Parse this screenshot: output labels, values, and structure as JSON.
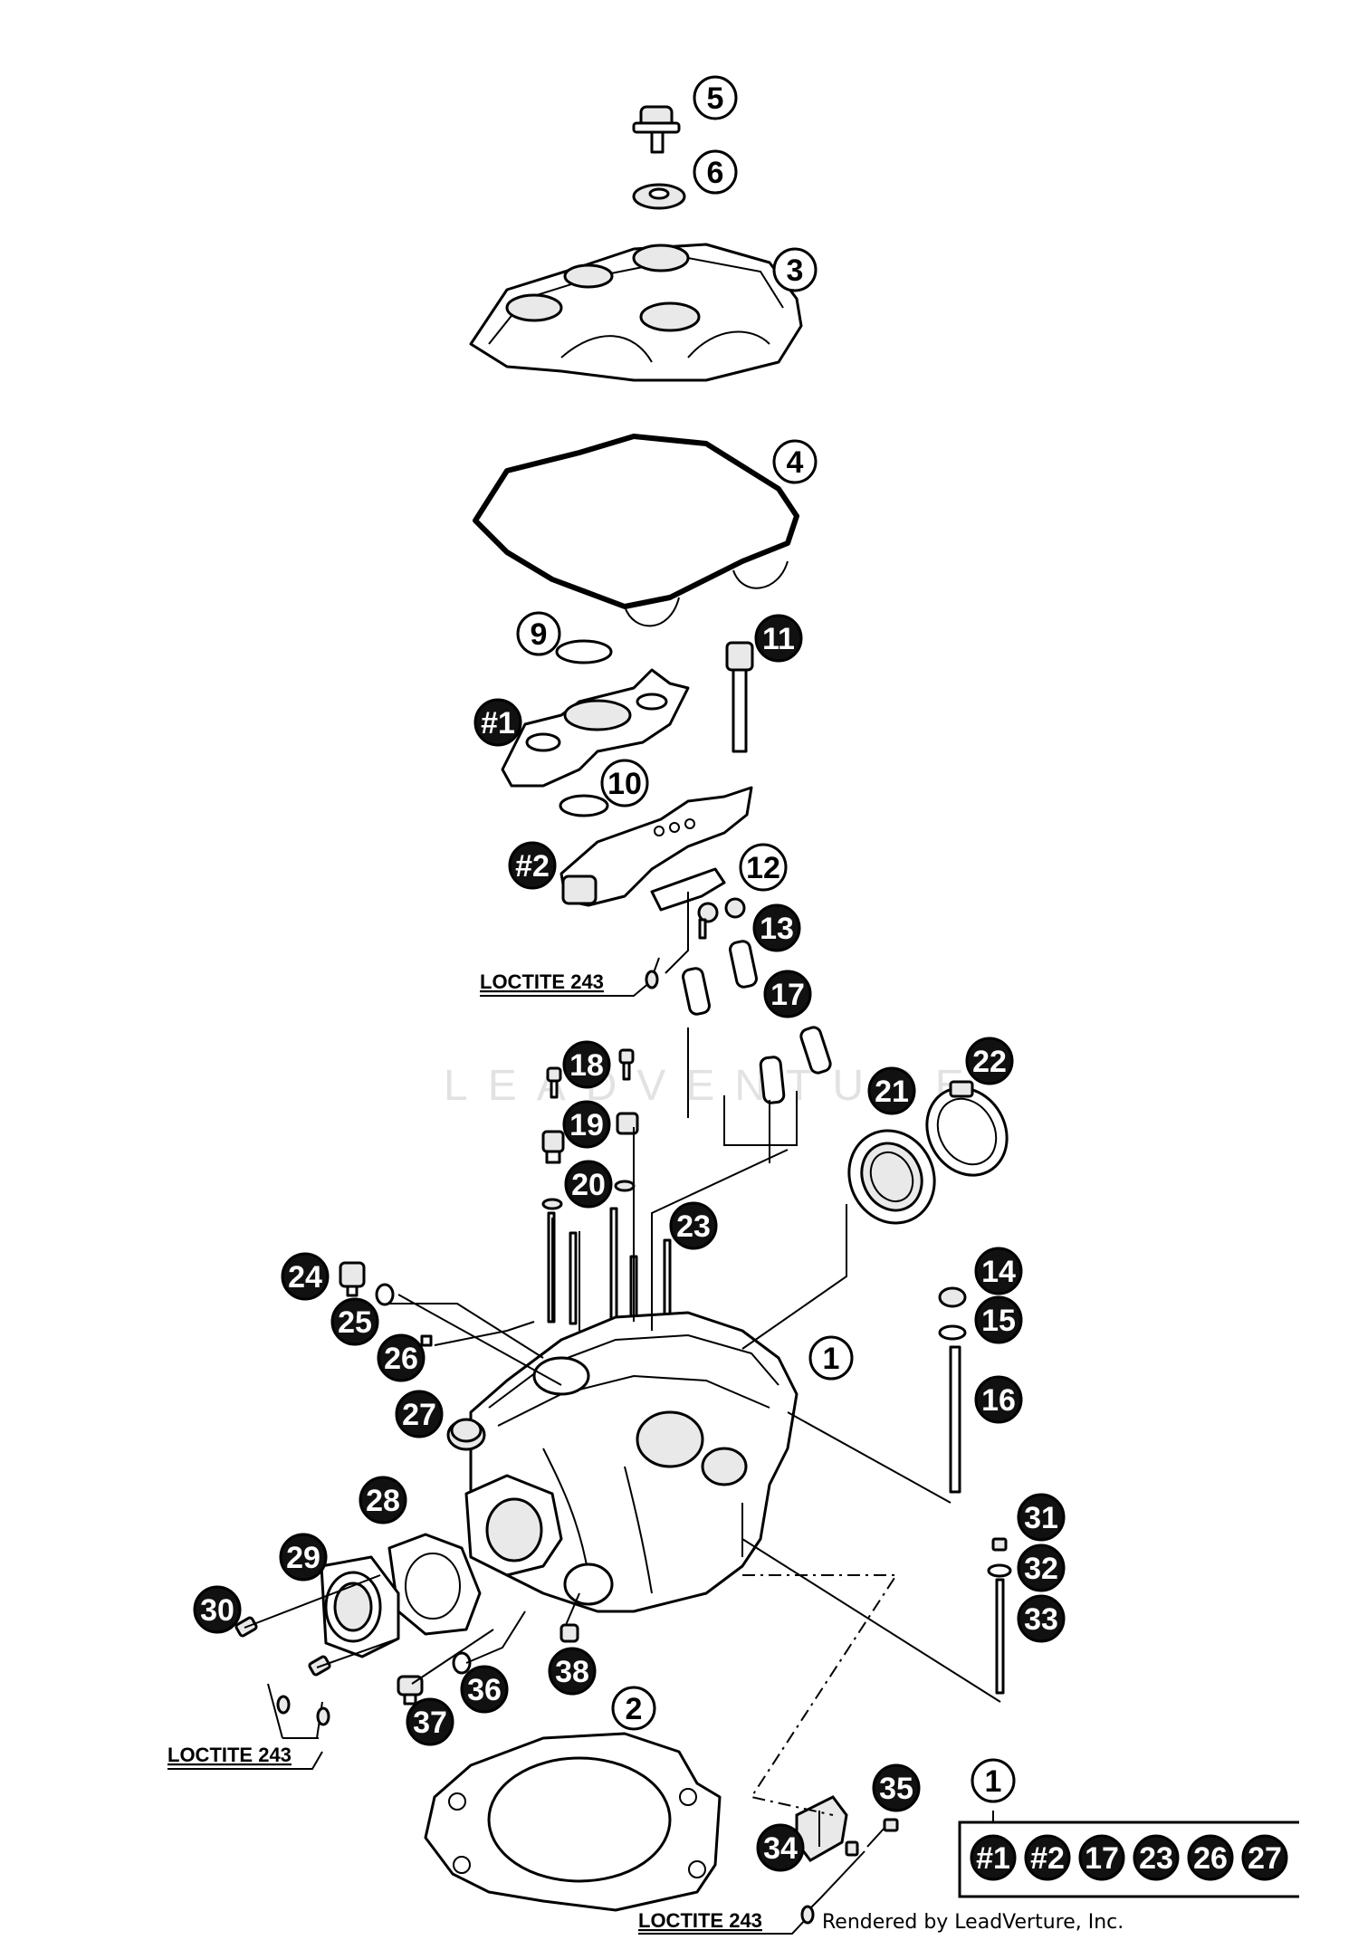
{
  "watermark": "LEADVENTURE",
  "callouts": [
    {
      "id": "c5",
      "label": "5",
      "dark": false
    },
    {
      "id": "c6",
      "label": "6",
      "dark": false
    },
    {
      "id": "c3",
      "label": "3",
      "dark": false
    },
    {
      "id": "c4",
      "label": "4",
      "dark": false
    },
    {
      "id": "c9",
      "label": "9",
      "dark": false
    },
    {
      "id": "c11",
      "label": "11",
      "dark": true
    },
    {
      "id": "c1a",
      "label": "#1",
      "dark": true
    },
    {
      "id": "c10",
      "label": "10",
      "dark": false
    },
    {
      "id": "c2a",
      "label": "#2",
      "dark": true
    },
    {
      "id": "c12",
      "label": "12",
      "dark": false
    },
    {
      "id": "c13",
      "label": "13",
      "dark": true
    },
    {
      "id": "c17",
      "label": "17",
      "dark": true
    },
    {
      "id": "c18",
      "label": "18",
      "dark": true
    },
    {
      "id": "c22",
      "label": "22",
      "dark": true
    },
    {
      "id": "c21",
      "label": "21",
      "dark": true
    },
    {
      "id": "c19",
      "label": "19",
      "dark": true
    },
    {
      "id": "c20",
      "label": "20",
      "dark": true
    },
    {
      "id": "c23",
      "label": "23",
      "dark": true
    },
    {
      "id": "c24",
      "label": "24",
      "dark": true
    },
    {
      "id": "c14",
      "label": "14",
      "dark": true
    },
    {
      "id": "c25",
      "label": "25",
      "dark": true
    },
    {
      "id": "c15",
      "label": "15",
      "dark": true
    },
    {
      "id": "c26",
      "label": "26",
      "dark": true
    },
    {
      "id": "c1",
      "label": "1",
      "dark": false
    },
    {
      "id": "c16",
      "label": "16",
      "dark": true
    },
    {
      "id": "c27",
      "label": "27",
      "dark": true
    },
    {
      "id": "c28",
      "label": "28",
      "dark": true
    },
    {
      "id": "c29",
      "label": "29",
      "dark": true
    },
    {
      "id": "c31",
      "label": "31",
      "dark": true
    },
    {
      "id": "c32",
      "label": "32",
      "dark": true
    },
    {
      "id": "c30",
      "label": "30",
      "dark": true
    },
    {
      "id": "c33",
      "label": "33",
      "dark": true
    },
    {
      "id": "c36",
      "label": "36",
      "dark": true
    },
    {
      "id": "c38",
      "label": "38",
      "dark": true
    },
    {
      "id": "c2",
      "label": "2",
      "dark": false
    },
    {
      "id": "c37",
      "label": "37",
      "dark": true
    },
    {
      "id": "c35",
      "label": "35",
      "dark": true
    },
    {
      "id": "c1b",
      "label": "1",
      "dark": false
    },
    {
      "id": "c34",
      "label": "34",
      "dark": true
    }
  ],
  "kit": {
    "header": "1",
    "items": [
      "#1",
      "#2",
      "17",
      "23",
      "26",
      "27"
    ]
  },
  "loctite_labels": [
    "LOCTITE 243",
    "LOCTITE 243",
    "LOCTITE 243"
  ],
  "credit": "Rendered by LeadVerture, Inc."
}
